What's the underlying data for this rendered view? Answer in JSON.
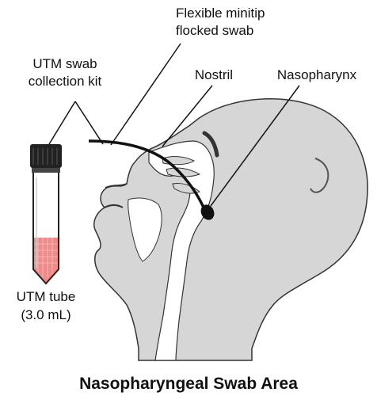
{
  "labels": {
    "swab_line1": "Flexible minitip",
    "swab_line2": "flocked swab",
    "kit_line1": "UTM swab",
    "kit_line2": "collection kit",
    "nostril": "Nostril",
    "nasopharynx": "Nasopharynx",
    "tube_line1": "UTM tube",
    "tube_line2": "(3.0 mL)"
  },
  "title": "Nasopharyngeal Swab Area",
  "colors": {
    "head_fill": "#d6d6d6",
    "head_outline": "#333333",
    "cavity_fill": "#ffffff",
    "liquid_fill": "#f08a8a",
    "cap_fill": "#222222",
    "swab": "#111111"
  }
}
